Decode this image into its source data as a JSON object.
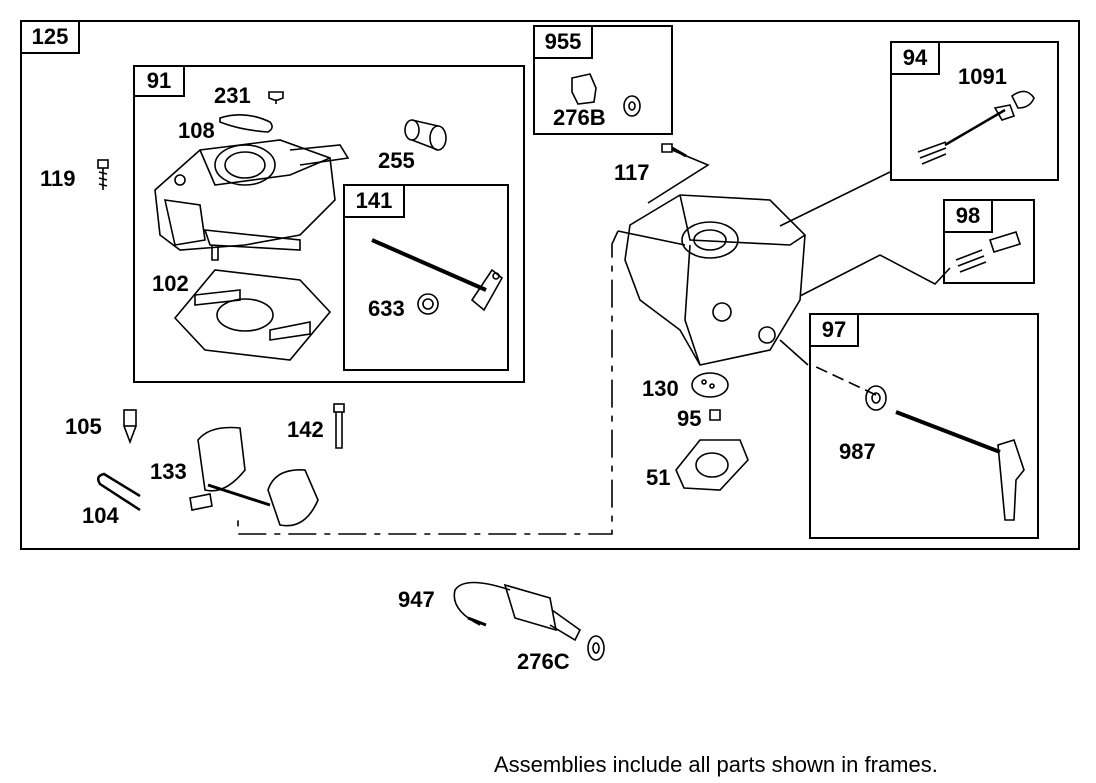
{
  "assemblies": {
    "a125": "125",
    "a91": "91",
    "a141": "141",
    "a955": "955",
    "a94": "94",
    "a98": "98",
    "a97": "97"
  },
  "parts": {
    "p231": "231",
    "p108": "108",
    "p255": "255",
    "p119": "119",
    "p102": "102",
    "p633": "633",
    "p276B": "276B",
    "p117": "117",
    "p1091": "1091",
    "p130": "130",
    "p95": "95",
    "p51": "51",
    "p987": "987",
    "p105": "105",
    "p142": "142",
    "p133": "133",
    "p104": "104",
    "p947": "947",
    "p276C": "276C"
  },
  "note": "Assemblies include all parts shown in frames."
}
